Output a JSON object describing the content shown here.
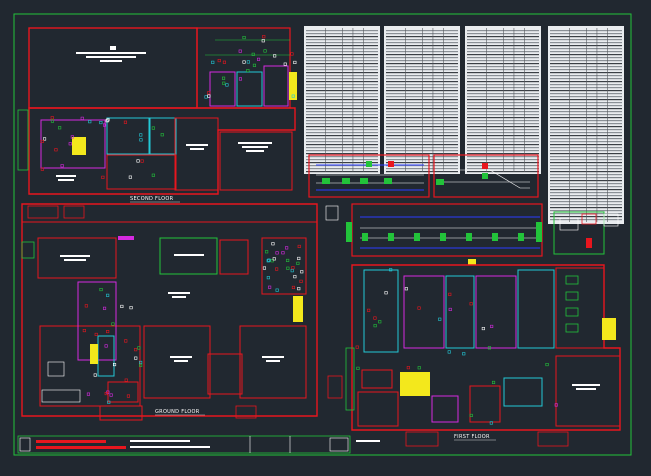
{
  "drawing": {
    "background": "#212830",
    "colors": {
      "wall": "#e8161e",
      "green": "#22c33a",
      "cyan": "#22c9d6",
      "magenta": "#d52ae0",
      "yellow": "#f3e81c",
      "white": "#ffffff",
      "blue": "#2a3bff"
    }
  },
  "labels": {
    "second_floor": "SECOND FLOOR",
    "ground_floor": "GROUND FLOOR",
    "first_floor": "FIRST FLOOR"
  },
  "schedule_tables": {
    "count": 4
  }
}
